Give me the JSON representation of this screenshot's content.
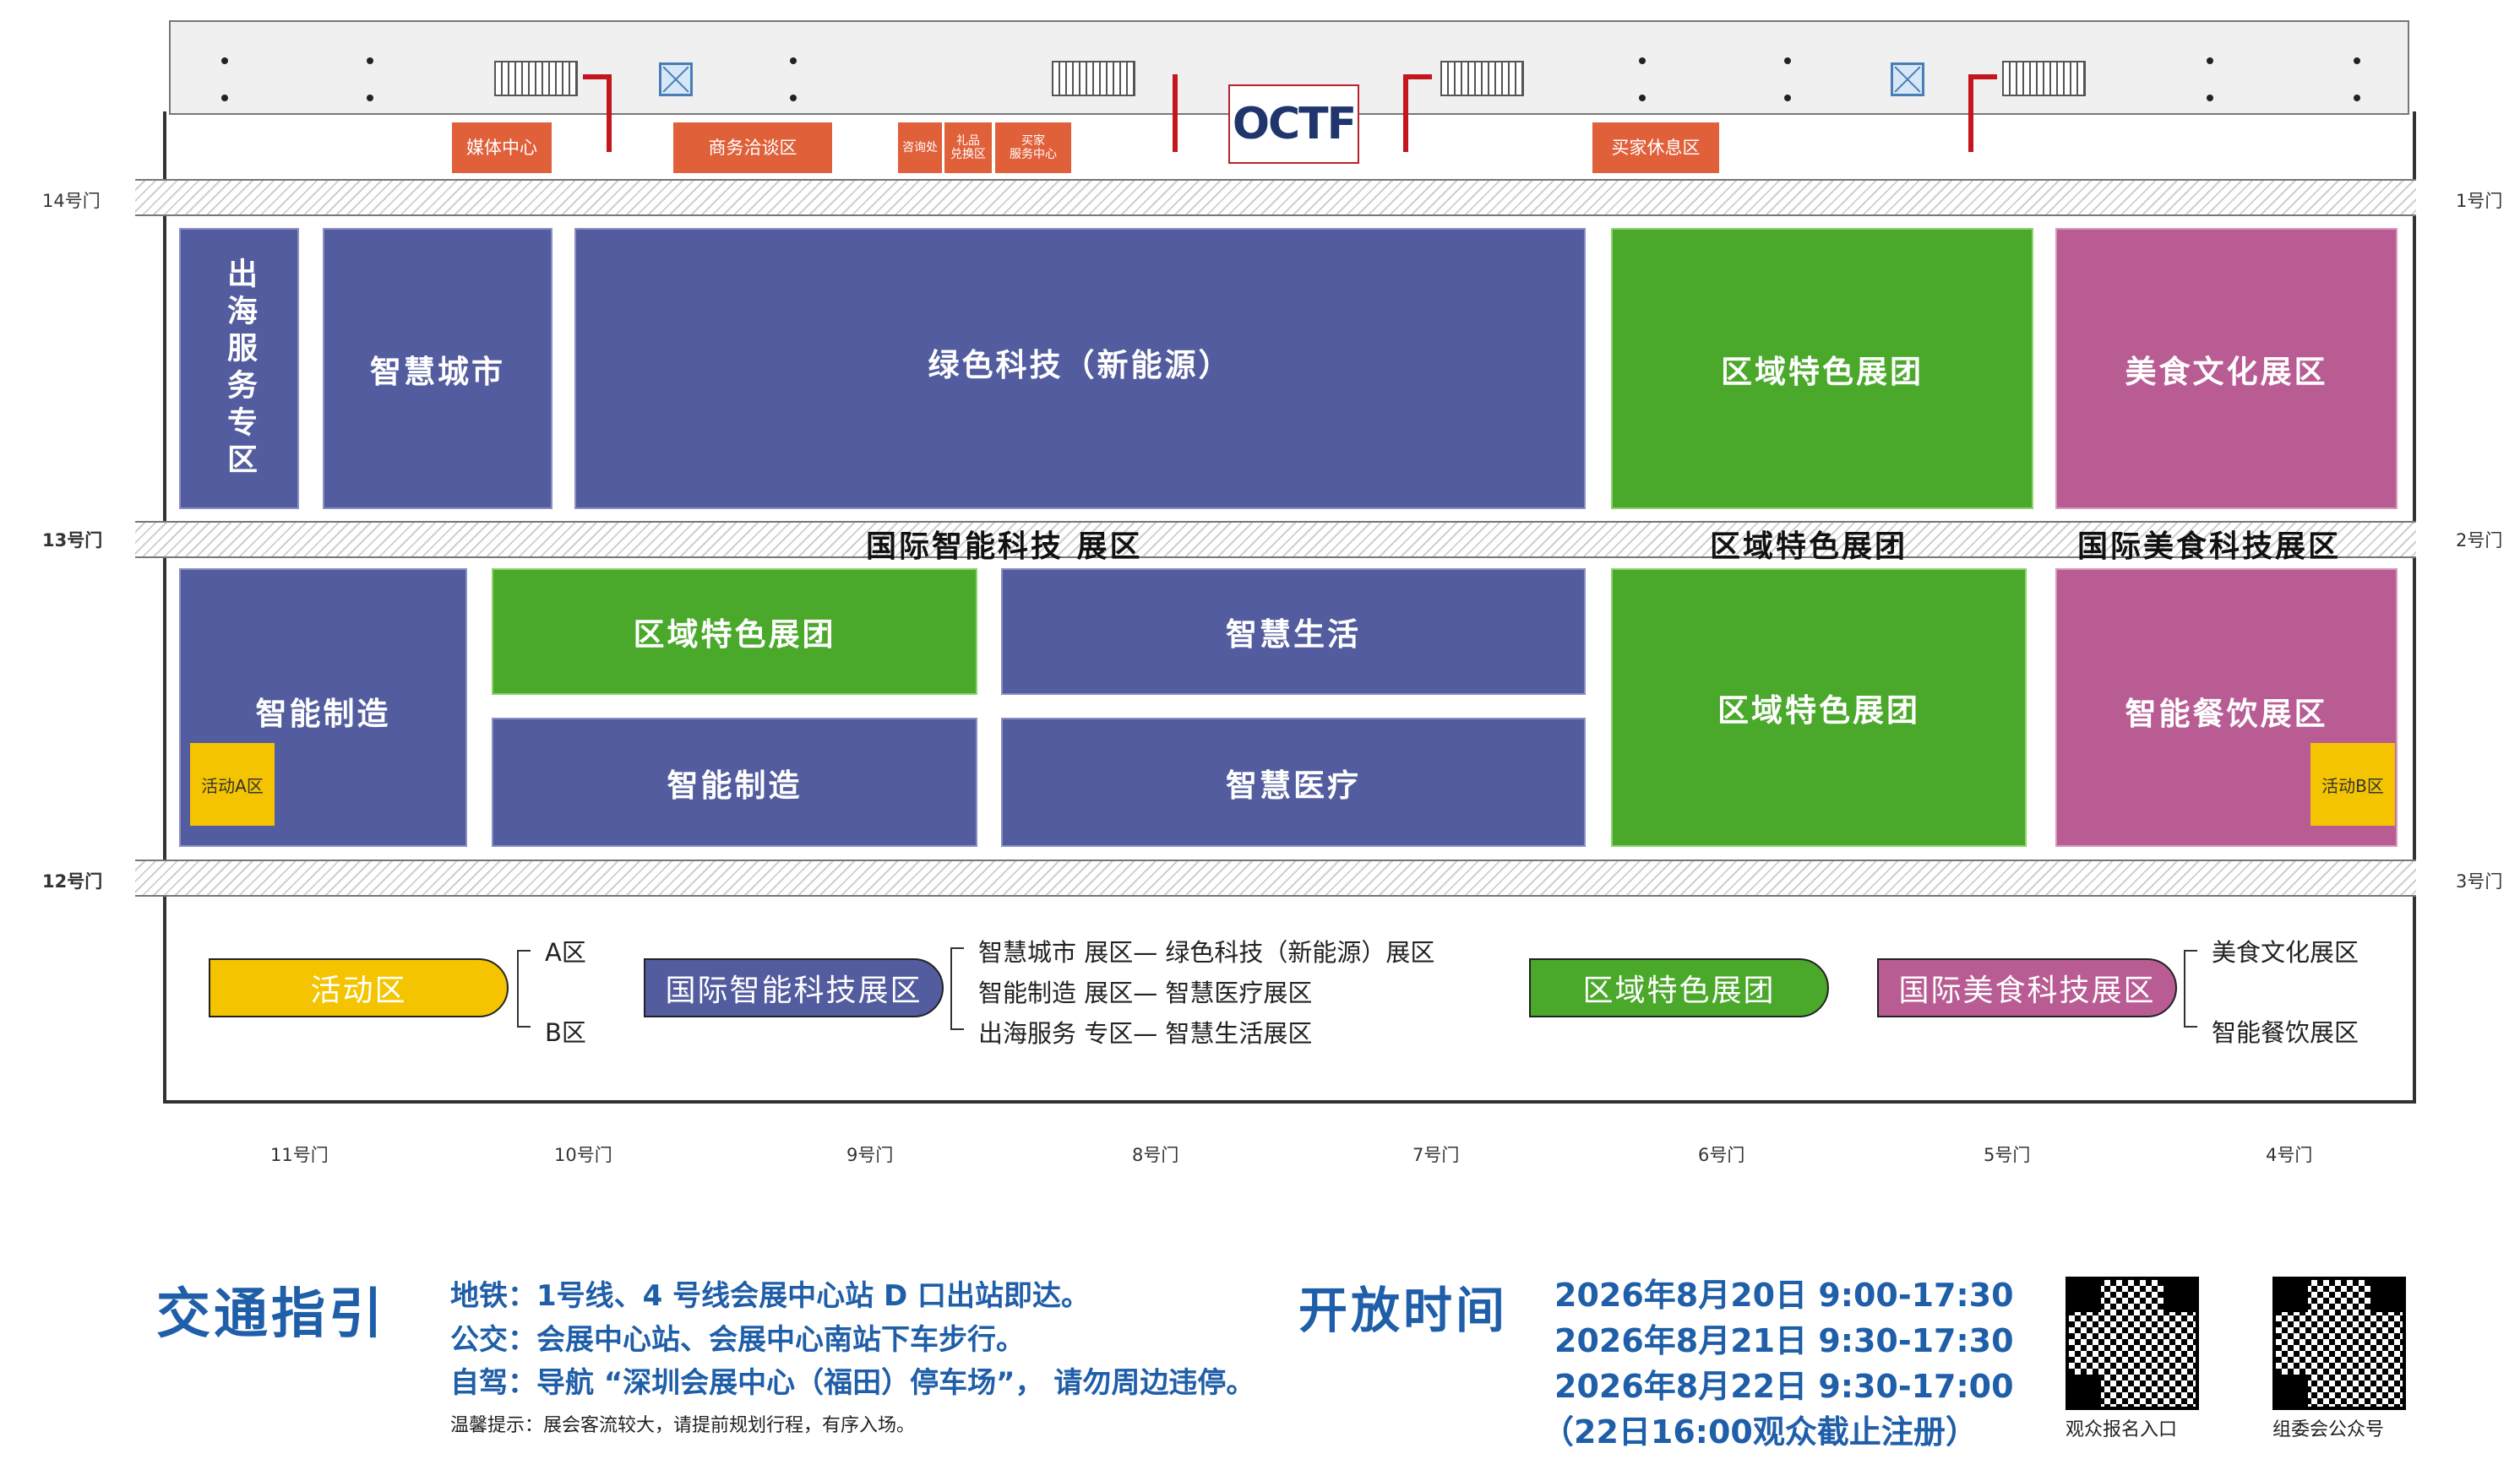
{
  "top_services": {
    "media": "媒体中心",
    "business": "商务洽谈区",
    "consult": "咨询处",
    "gift": "礼品\n兑换区",
    "buyer_service": "买家\n服务中心",
    "logo": "OCTF",
    "buyer_lounge": "买家休息区"
  },
  "doors": {
    "d14": "14号门",
    "d1": "1号门",
    "d13": "13号门",
    "d2": "2号门",
    "d12": "12号门",
    "d3": "3号门",
    "d11": "11号门",
    "d10": "10号门",
    "d9": "9号门",
    "d8": "8号门",
    "d7": "7号门",
    "d6": "6号门",
    "d5": "5号门",
    "d4": "4号门"
  },
  "zones_top": {
    "overseas": "出海服务专区",
    "smart_city": "智慧城市",
    "green_tech": "绿色科技（新能源）",
    "regional": "区域特色展团",
    "food_culture": "美食文化展区"
  },
  "band_labels": {
    "intl_tech": "国际智能科技 展区",
    "regional": "区域特色展团",
    "intl_food": "国际美食科技展区"
  },
  "zones_bottom": {
    "smart_mfg_left": "智能制造",
    "activity_a": "活动A区",
    "regional_top": "区域特色展团",
    "smart_life": "智慧生活",
    "smart_mfg_mid": "智能制造",
    "smart_medical": "智慧医疗",
    "regional_right": "区域特色展团",
    "smart_dining": "智能餐饮展区",
    "activity_b": "活动B区"
  },
  "legend": {
    "activity": "活动区",
    "activity_a": "A区",
    "activity_b": "B区",
    "intl_tech": "国际智能科技展区",
    "tech_rows": [
      "智慧城市  展区— 绿色科技（新能源）展区",
      "智能制造  展区— 智慧医疗展区",
      "出海服务  专区— 智慧生活展区"
    ],
    "regional": "区域特色展团",
    "intl_food": "国际美食科技展区",
    "food_rows": [
      "美食文化展区",
      "智能餐饮展区"
    ]
  },
  "traffic": {
    "title": "交通指引",
    "metro": "地铁：1号线、4 号线会展中心站 D 口出站即达。",
    "bus": "公交：会展中心站、会展中心南站下车步行。",
    "drive": "自驾：导航 “深圳会展中心（福田）停车场”， 请勿周边违停。",
    "tip": "温馨提示：展会客流较大，请提前规划行程，有序入场。"
  },
  "hours": {
    "title": "开放时间",
    "lines": [
      "2026年8月20日   9:00-17:30",
      "2026年8月21日   9:30-17:30",
      "2026年8月22日   9:30-17:00",
      "（22日16:00观众截止注册）"
    ]
  },
  "qr": {
    "visitor": "观众报名入口",
    "organizer": "组委会公众号"
  },
  "colors": {
    "blue": "#525c9e",
    "green": "#4aa82a",
    "pink": "#b85c93",
    "orange": "#e0603a",
    "yellow": "#f4c400",
    "text_blue": "#1f5ea8"
  }
}
